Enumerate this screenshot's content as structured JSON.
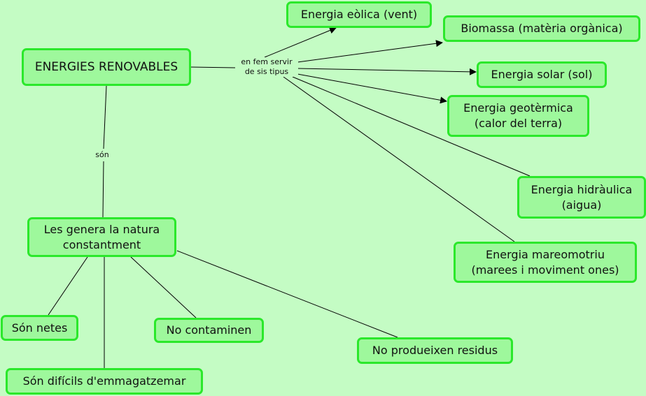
{
  "colors": {
    "background": "#c4fcc4",
    "node_fill": "#9ef89c",
    "node_border": "#2be82b",
    "line": "#000000"
  },
  "nodes": {
    "root": "ENERGIES RENOVABLES",
    "eolica": "Energia eòlica (vent)",
    "biomassa": "Biomassa (matèria orgànica)",
    "solar": "Energia solar (sol)",
    "geotermica": "Energia geotèrmica\n(calor del terra)",
    "hidraulica": "Energia hidràulica\n(aigua)",
    "mareomotriu": "Energia mareomotriu\n(marees i moviment ones)",
    "natura": "Les genera la natura\nconstantment",
    "netes": "Són netes",
    "no_contaminen": "No contaminen",
    "no_residus": "No produeixen residus",
    "emmagatzemar": "Són difícils d'emmagatzemar"
  },
  "links": {
    "tipus": "en fem servir\nde sis tipus",
    "son": "són"
  }
}
